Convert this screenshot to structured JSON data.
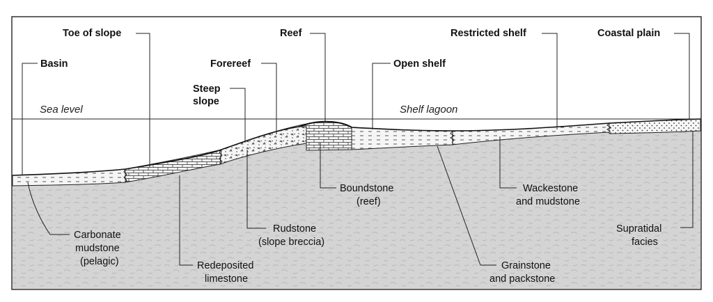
{
  "top_labels": {
    "toe_of_slope": "Toe of slope",
    "reef": "Reef",
    "restricted_shelf": "Restricted shelf",
    "coastal_plain": "Coastal plain",
    "basin": "Basin",
    "forereef": "Forereef",
    "open_shelf": "Open shelf",
    "steep_slope_1": "Steep",
    "steep_slope_2": "slope"
  },
  "water_labels": {
    "sea_level": "Sea level",
    "shelf_lagoon": "Shelf lagoon"
  },
  "bottom_labels": {
    "boundstone_1": "Boundstone",
    "boundstone_2": "(reef)",
    "wackestone_1": "Wackestone",
    "wackestone_2": "and mudstone",
    "carbonate_1": "Carbonate",
    "carbonate_2": "mudstone",
    "carbonate_3": "(pelagic)",
    "rudstone_1": "Rudstone",
    "rudstone_2": "(slope breccia)",
    "supratidal_1": "Supratidal",
    "supratidal_2": "facies",
    "redeposited_1": "Redeposited",
    "redeposited_2": "limestone",
    "grainstone_1": "Grainstone",
    "grainstone_2": "and packstone"
  },
  "colors": {
    "border": "#222222",
    "substrate": "#d6d6d6",
    "sediment": "#f2f2f2"
  }
}
